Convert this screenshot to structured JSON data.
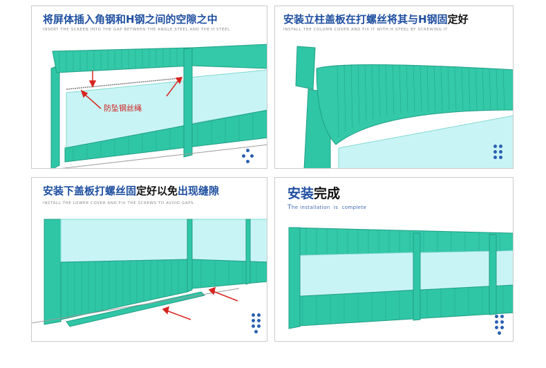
{
  "panels": [
    {
      "title_blue": "将屏体插入角钢和H钢之间的空隙",
      "title_dark": "之中",
      "subtitle": "Insert the screen into the gap between the angle steel and the H steel",
      "annotation": "防坠钢丝绳"
    },
    {
      "title_blue": "安装立柱盖板在打螺丝将其与H钢固",
      "title_dark": "定好",
      "subtitle": "Install the column cover and fix it with H steel by screwing it"
    },
    {
      "title_blue": "安装下盖板打螺丝固",
      "title_dark": "定好以免",
      "title_blue2": "出现缝隙",
      "subtitle": "Install the lower cover and fix the screws to avoid gaps."
    },
    {
      "title_blue": "安装",
      "title_dark": "完成",
      "subtitle_t1": "T",
      "subtitle_t2": "he installation",
      "subtitle_t3": "is",
      "subtitle_t4": "complete"
    }
  ],
  "colors": {
    "panel_green": "#2fc6a6",
    "panel_green_dark": "#1f9e83",
    "glass": "#c9f4f5",
    "arrow_red": "#d7241f",
    "title_blue": "#1f4fa0"
  },
  "icons": [
    "dot-grid-icon"
  ]
}
